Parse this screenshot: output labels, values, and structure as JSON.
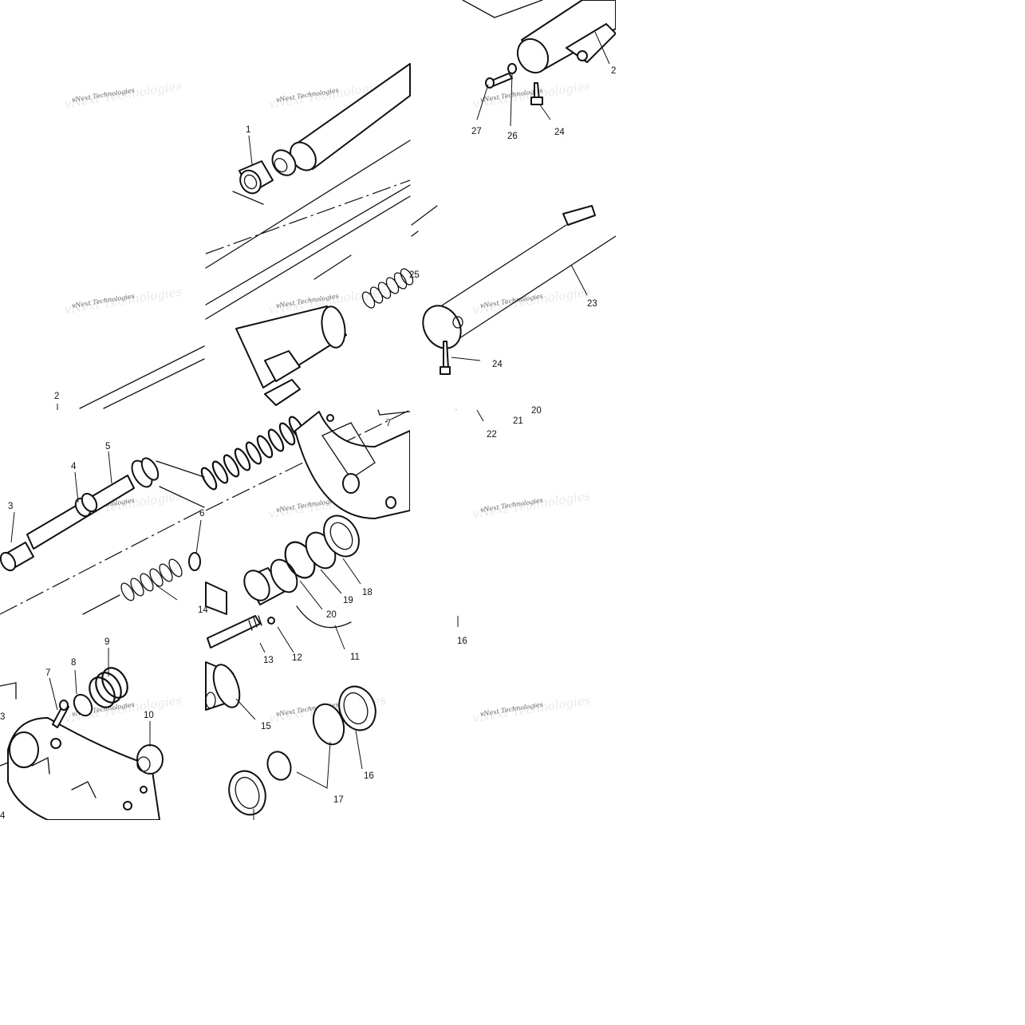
{
  "diagram": {
    "watermark": "vNext Technologies",
    "callouts": [
      {
        "id": "c1",
        "label": "1"
      },
      {
        "id": "c2",
        "label": "2"
      },
      {
        "id": "c3",
        "label": "3"
      },
      {
        "id": "c4",
        "label": "4"
      },
      {
        "id": "c5",
        "label": "5"
      },
      {
        "id": "c6",
        "label": "6"
      },
      {
        "id": "c7a",
        "label": "7"
      },
      {
        "id": "c7b",
        "label": "7"
      },
      {
        "id": "c8",
        "label": "8"
      },
      {
        "id": "c9",
        "label": "9"
      },
      {
        "id": "c10",
        "label": "10"
      },
      {
        "id": "c11",
        "label": "11"
      },
      {
        "id": "c12",
        "label": "12"
      },
      {
        "id": "c13",
        "label": "13"
      },
      {
        "id": "c14a",
        "label": "14"
      },
      {
        "id": "c14b",
        "label": "4"
      },
      {
        "id": "c15",
        "label": "15"
      },
      {
        "id": "c16a",
        "label": "16"
      },
      {
        "id": "c16b",
        "label": "16"
      },
      {
        "id": "c17",
        "label": "17"
      },
      {
        "id": "c18",
        "label": "18"
      },
      {
        "id": "c19",
        "label": "19"
      },
      {
        "id": "c20a",
        "label": "20"
      },
      {
        "id": "c20b",
        "label": "20"
      },
      {
        "id": "c21",
        "label": "21"
      },
      {
        "id": "c22",
        "label": "22"
      },
      {
        "id": "c23",
        "label": "23"
      },
      {
        "id": "c24a",
        "label": "24"
      },
      {
        "id": "c24b",
        "label": "24"
      },
      {
        "id": "c25",
        "label": "25"
      },
      {
        "id": "c26",
        "label": "26"
      },
      {
        "id": "c27",
        "label": "27"
      },
      {
        "id": "c28",
        "label": "2"
      },
      {
        "id": "c29",
        "label": "3"
      }
    ]
  }
}
